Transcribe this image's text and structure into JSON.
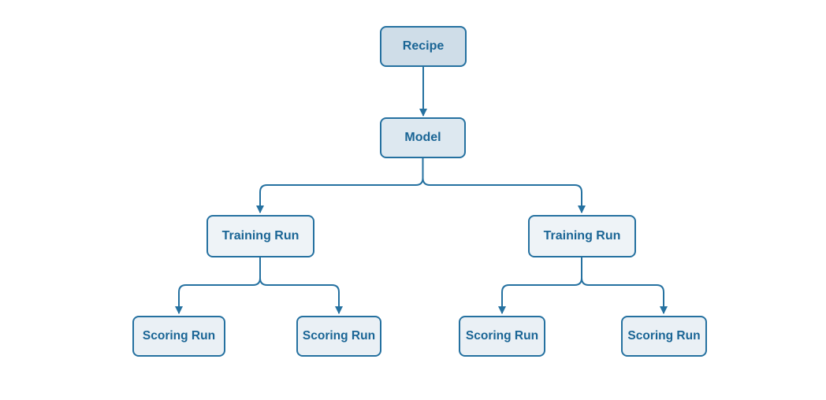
{
  "diagram": {
    "type": "tree-flowchart",
    "colors": {
      "background": "#ffffff",
      "stroke": "#2571a0",
      "text": "#1a6595",
      "recipe_fill": "#cfdde8",
      "model_fill": "#dde8f0",
      "training_fill": "#eef3f7",
      "scoring_fill": "#eaf0f5"
    },
    "nodes": {
      "recipe": {
        "label": "Recipe"
      },
      "model": {
        "label": "Model"
      },
      "training_runs": [
        {
          "label": "Training Run"
        },
        {
          "label": "Training Run"
        }
      ],
      "scoring_runs": [
        {
          "label": "Scoring Run"
        },
        {
          "label": "Scoring Run"
        },
        {
          "label": "Scoring Run"
        },
        {
          "label": "Scoring Run"
        }
      ]
    },
    "edges": [
      {
        "from": "recipe",
        "to": "model"
      },
      {
        "from": "model",
        "to": "training_runs.0"
      },
      {
        "from": "model",
        "to": "training_runs.1"
      },
      {
        "from": "training_runs.0",
        "to": "scoring_runs.0"
      },
      {
        "from": "training_runs.0",
        "to": "scoring_runs.1"
      },
      {
        "from": "training_runs.1",
        "to": "scoring_runs.2"
      },
      {
        "from": "training_runs.1",
        "to": "scoring_runs.3"
      }
    ]
  }
}
